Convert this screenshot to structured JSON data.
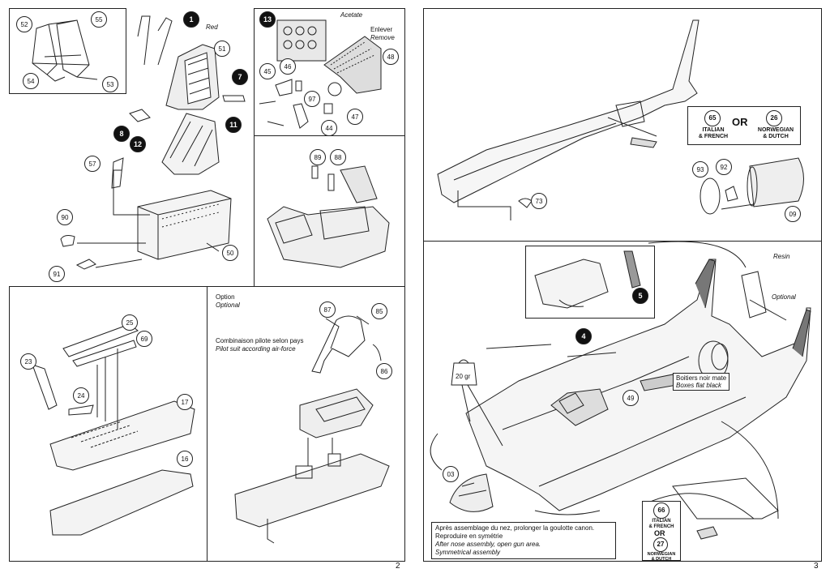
{
  "page_left": {
    "number": "2",
    "seat_panel": {
      "color_note": "Red"
    },
    "instrument_panel": {
      "acetate": "Acetate",
      "enlever": "Enlever",
      "remove": "Remove"
    },
    "pilot_panel": {
      "option_fr": "Option",
      "option_en": "Optional",
      "suit_fr": "Combinaison pilote selon pays",
      "suit_en": "Pilot suit according air-force"
    },
    "parts": [
      "55",
      "52",
      "54",
      "53",
      "1",
      "51",
      "7",
      "8",
      "12",
      "11",
      "57",
      "90",
      "91",
      "50",
      "13",
      "46",
      "45",
      "97",
      "48",
      "47",
      "44",
      "89",
      "88",
      "25",
      "69",
      "23",
      "24",
      "17",
      "16",
      "87",
      "85",
      "86"
    ]
  },
  "page_right": {
    "number": "3",
    "choice_top": {
      "left_num": "65",
      "left_label_1": "ITALIAN",
      "left_label_2": "& FRENCH",
      "or": "OR",
      "right_num": "26",
      "right_label_1": "NORWEGIAN",
      "right_label_2": "& DUTCH"
    },
    "choice_bottom": {
      "top_num": "66",
      "top_label_1": "ITALIAN",
      "top_label_2": "& FRENCH",
      "or": "OR",
      "bottom_num": "27",
      "bottom_label_1": "NORWEGIAN",
      "bottom_label_2": "& DUTCH"
    },
    "resin": "Resin",
    "optional": "Optional",
    "boxes_fr": "Boitiers noir mate",
    "boxes_en": "Boxes flat black",
    "weight": "20 gr",
    "nose_note": {
      "fr_1": "Après assemblage du nez, prolonger la goulotte canon.",
      "fr_2": "Reproduire en symétrie",
      "en_1": "After nose assembly, open gun area.",
      "en_2": "Symmetrical assembly"
    },
    "parts": [
      "73",
      "93",
      "92",
      "09",
      "5",
      "4",
      "49",
      "03"
    ]
  }
}
